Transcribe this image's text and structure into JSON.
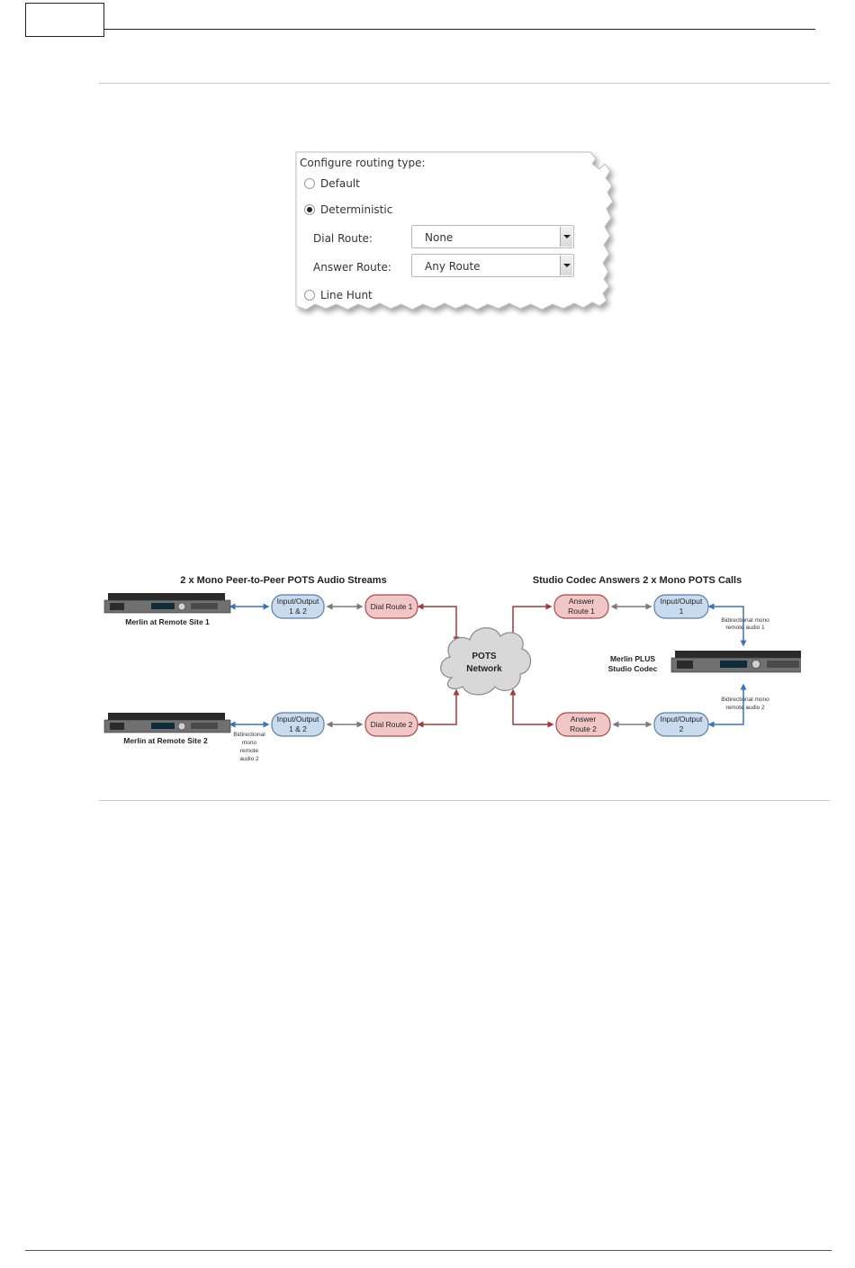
{
  "config": {
    "title": "Configure routing type:",
    "options": [
      {
        "label": "Default",
        "selected": false
      },
      {
        "label": "Deterministic",
        "selected": true
      },
      {
        "label": "Line Hunt",
        "selected": false
      }
    ],
    "dial_route": {
      "label": "Dial Route:",
      "value": "None"
    },
    "answer_route": {
      "label": "Answer Route:",
      "value": "Any Route"
    }
  },
  "diagram": {
    "left_title": "2 x Mono Peer-to-Peer POTS Audio Streams",
    "right_title": "Studio Codec Answers 2 x Mono POTS Calls",
    "site1": "Merlin at Remote Site 1",
    "site2": "Merlin at Remote Site 2",
    "studio_line1": "Merlin PLUS",
    "studio_line2": "Studio Codec",
    "io_left_1": [
      "Input/Output",
      "1 & 2"
    ],
    "io_left_2": [
      "Input/Output",
      "1 & 2"
    ],
    "dial_route_1": "Dial Route 1",
    "dial_route_2": "Dial Route 2",
    "network": [
      "POTS",
      "Network"
    ],
    "answer_route_1": [
      "Answer",
      "Route 1"
    ],
    "answer_route_2": [
      "Answer",
      "Route 2"
    ],
    "io_right_1": [
      "Input/Output",
      "1"
    ],
    "io_right_2": [
      "Input/Output",
      "2"
    ],
    "bidir_right_1": [
      "Bidirectional mono",
      "remote audio 1"
    ],
    "bidir_right_2": [
      "Bidirectional mono",
      "remote audio 2"
    ],
    "bidir_left_2": [
      "Bidirectional",
      "mono",
      "remote",
      "audio 2"
    ],
    "colors": {
      "io_fill": "#c9dcef",
      "io_stroke": "#5b7fa6",
      "route_fill": "#f1c6c6",
      "route_stroke": "#a94a4a",
      "blue_arrow": "#3d72c0",
      "red_arrow": "#a13a3a",
      "gray_arrow": "#7a7a7a"
    }
  }
}
